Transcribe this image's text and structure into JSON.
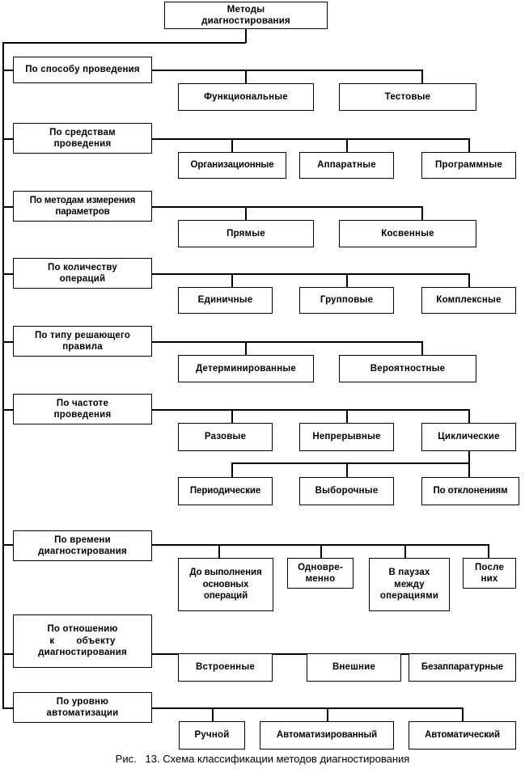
{
  "figure": {
    "caption": "Рис.   13. Схема классификации методов диагностирования",
    "root": "Методы\nдиагностирования",
    "root_line1": "Методы",
    "root_line2": "диагностирования"
  },
  "branches": [
    {
      "id": "po-sposobu-provedeniya",
      "label_line1": "По способу проведения",
      "label_line2": "",
      "children": [
        "Функциональные",
        "Тестовые"
      ]
    },
    {
      "id": "po-sredstvam-provedeniya",
      "label_line1": "По средствам",
      "label_line2": "проведения",
      "children": [
        "Организационные",
        "Аппаратные",
        "Программные"
      ]
    },
    {
      "id": "po-metodam-izmereniya-parametrov",
      "label_line1": "По методам измерения",
      "label_line2": "параметров",
      "children": [
        "Прямые",
        "Косвенные"
      ]
    },
    {
      "id": "po-kolichestvu-operaciy",
      "label_line1": "По количеству",
      "label_line2": "операций",
      "children": [
        "Единичные",
        "Групповые",
        "Комплексные"
      ]
    },
    {
      "id": "po-tipu-reshayushchego-pravila",
      "label_line1": "По типу решающего",
      "label_line2": "правила",
      "children": [
        "Детерминированные",
        "Вероятностные"
      ]
    },
    {
      "id": "po-chastote-provedeniya",
      "label_line1": "По частоте",
      "label_line2": "проведения",
      "children": [
        "Разовые",
        "Непрерывные",
        "Циклические"
      ],
      "children_row2": [
        "Периодические",
        "Выборочные",
        "По отклонениям"
      ]
    },
    {
      "id": "po-vremeni-diagnostirovaniya",
      "label_line1": "По времени",
      "label_line2": "диагностирования",
      "children": [
        "До выполнения\nосновных\nопераций",
        "Одновре-\nменно",
        "В паузах\nмежду\nоперациями",
        "После\nних"
      ]
    },
    {
      "id": "po-otnosheniyu-k-obektu",
      "label_line1": "По отношению",
      "label_line2": "к        объекту",
      "label_line3": "диагностирования",
      "children": [
        "Встроенные",
        "Внешние",
        "Безаппаратурные"
      ]
    },
    {
      "id": "po-urovnyu-avtomatizacii",
      "label_line1": "По уровню",
      "label_line2": "автоматизации",
      "children": [
        "Ручной",
        "Автоматизированный",
        "Автоматический"
      ]
    }
  ],
  "colors": {
    "line": "#000000",
    "box_fill": "#ffffff",
    "text": "#000000",
    "background": "#ffffff"
  }
}
